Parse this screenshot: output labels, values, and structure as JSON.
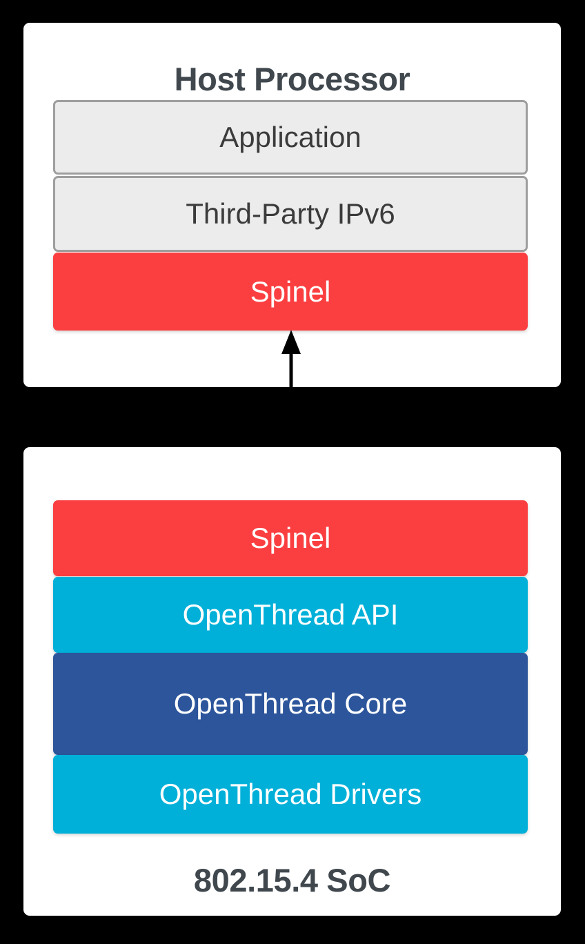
{
  "diagram": {
    "title": "OpenThread NCP / RCP architecture stack",
    "background_color": "#000000",
    "panel_color": "#ffffff"
  },
  "colors": {
    "red": "#fb3e40",
    "cyan": "#00b0d8",
    "navy": "#2c559b",
    "grey_fill": "#ececec",
    "grey_border": "#9e9e9e",
    "title_text": "#40484e",
    "block_text_dark": "#3b3b3b",
    "block_text_light": "#ffffff",
    "arrow": "#000000"
  },
  "host_panel": {
    "title": "Host Processor",
    "blocks": [
      {
        "label": "Application",
        "style": "grey",
        "color": "#ececec"
      },
      {
        "label": "Third-Party IPv6",
        "style": "grey",
        "color": "#ececec"
      },
      {
        "label": "Spinel",
        "style": "red",
        "color": "#fb3e40"
      }
    ]
  },
  "soc_panel": {
    "title": "802.15.4 SoC",
    "blocks": [
      {
        "label": "Spinel",
        "style": "red",
        "color": "#fb3e40"
      },
      {
        "label": "OpenThread API",
        "style": "cyan",
        "color": "#00b0d8"
      },
      {
        "label": "OpenThread Core",
        "style": "navy",
        "color": "#2c559b"
      },
      {
        "label": "OpenThread Drivers",
        "style": "cyan",
        "color": "#00b0d8"
      }
    ]
  },
  "connector": {
    "name": "spinel-link",
    "icon": "double-headed-vertical-arrow",
    "from": "Spinel (Host Processor)",
    "to": "Spinel (802.15.4 SoC)",
    "direction": "bidirectional"
  }
}
